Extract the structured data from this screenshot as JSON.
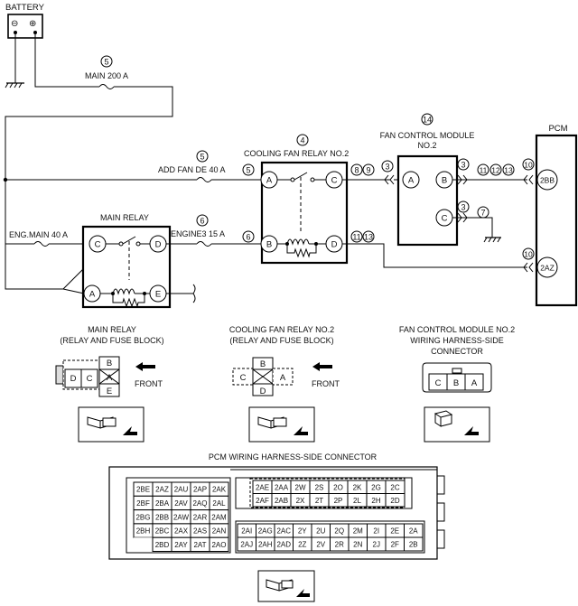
{
  "battery": {
    "label": "BATTERY",
    "minus": "⊖",
    "plus": "⊕"
  },
  "fuses": {
    "main200": {
      "num": "5",
      "label": "MAIN 200 A"
    },
    "addfan": {
      "num": "5",
      "label": "ADD FAN DE 40 A",
      "pin": "5"
    },
    "engmain": {
      "label": "ENG.MAIN 40 A"
    },
    "engine3": {
      "num": "6",
      "label": "ENGINE3 15 A",
      "pin": "6"
    }
  },
  "cfr2": {
    "num": "4",
    "title": "COOLING FAN RELAY NO.2",
    "pinA": "A",
    "pinB": "B",
    "pinC": "C",
    "pinD": "D",
    "outC": [
      "8",
      "9"
    ],
    "outD": [
      "11",
      "13"
    ]
  },
  "mainrelay": {
    "title": "MAIN RELAY",
    "pinA": "A",
    "pinC": "C",
    "pinD": "D",
    "pinE": "E"
  },
  "fcm": {
    "num": "14",
    "title1": "FAN CONTROL MODULE",
    "title2": "NO.2",
    "pinA": "A",
    "pinB": "B",
    "pinC": "C",
    "inA": "3",
    "outB": "3",
    "outC": "3",
    "gnd": "7",
    "outBnums": [
      "11",
      "12",
      "13"
    ]
  },
  "pcm": {
    "title": "PCM",
    "pin2bb": "2BB",
    "pin2az": "2AZ",
    "num2bb": "10",
    "num2az": "10"
  },
  "connectors": {
    "mainrelay": {
      "title1": "MAIN RELAY",
      "title2": "(RELAY AND FUSE BLOCK)",
      "cells": [
        "D",
        "C",
        "B",
        "A",
        "E"
      ],
      "front": "FRONT"
    },
    "cfr2": {
      "title1": "COOLING FAN RELAY NO.2",
      "title2": "(RELAY AND FUSE BLOCK)",
      "cells": [
        "C",
        "B",
        "A",
        "D"
      ],
      "front": "FRONT"
    },
    "fcm": {
      "title1": "FAN CONTROL MODULE NO.2",
      "title2": "WIRING HARNESS-SIDE",
      "title3": "CONNECTOR",
      "cells": [
        "C",
        "B",
        "A"
      ]
    }
  },
  "pcm_connector": {
    "title": "PCM WIRING HARNESS-SIDE CONNECTOR",
    "left_rows": [
      [
        "2BE",
        "2AZ",
        "2AU",
        "2AP",
        "2AK"
      ],
      [
        "2BF",
        "2BA",
        "2AV",
        "2AQ",
        "2AL"
      ],
      [
        "2BG",
        "2BB",
        "2AW",
        "2AR",
        "2AM"
      ],
      [
        "2BH",
        "2BC",
        "2AX",
        "2AS",
        "2AN"
      ],
      [
        "",
        "2BD",
        "2AY",
        "2AT",
        "2AO"
      ]
    ],
    "top_rows": [
      [
        "2AE",
        "2AA",
        "2W",
        "2S",
        "2O",
        "2K",
        "2G",
        "2C"
      ],
      [
        "2AF",
        "2AB",
        "2X",
        "2T",
        "2P",
        "2L",
        "2H",
        "2D"
      ]
    ],
    "bottom_rows": [
      [
        "2AI",
        "2AG",
        "2AC",
        "2Y",
        "2U",
        "2Q",
        "2M",
        "2I",
        "2E",
        "2A"
      ],
      [
        "2AJ",
        "2AH",
        "2AD",
        "2Z",
        "2V",
        "2R",
        "2N",
        "2J",
        "2F",
        "2B"
      ]
    ]
  }
}
